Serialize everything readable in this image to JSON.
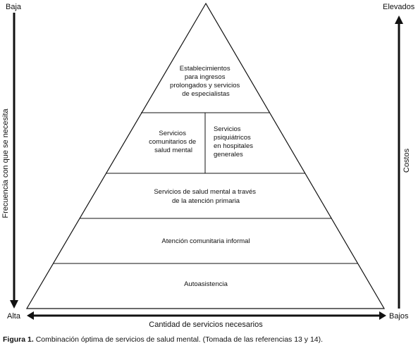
{
  "axes": {
    "left_top": "Baja",
    "left_bottom": "Alta",
    "left_label": "Frecuencia con que se necesita",
    "right_top": "Elevados",
    "right_bottom": "Bajos",
    "right_label": "Costos",
    "bottom_label": "Cantidad de servicios necesarios"
  },
  "pyramid": {
    "top_left": [
      "Establecimientos",
      "para ingresos",
      "prolongados y servicios",
      "de especialistas"
    ],
    "level2_left": [
      "Servicios",
      "comunitarios de",
      "salud mental"
    ],
    "level2_right": [
      "Servicios",
      "psiquiátricos",
      "en hospitales",
      "generales"
    ],
    "level3": [
      "Servicios de salud mental a través",
      "de la atención primaria"
    ],
    "level4": [
      "Atención comunitaria informal"
    ],
    "level5": [
      "Autoasistencia"
    ]
  },
  "caption": {
    "label": "Figura 1.",
    "text": "Combinación óptima de servicios de salud mental. (Tomada de las referencias 13 y 14)."
  }
}
